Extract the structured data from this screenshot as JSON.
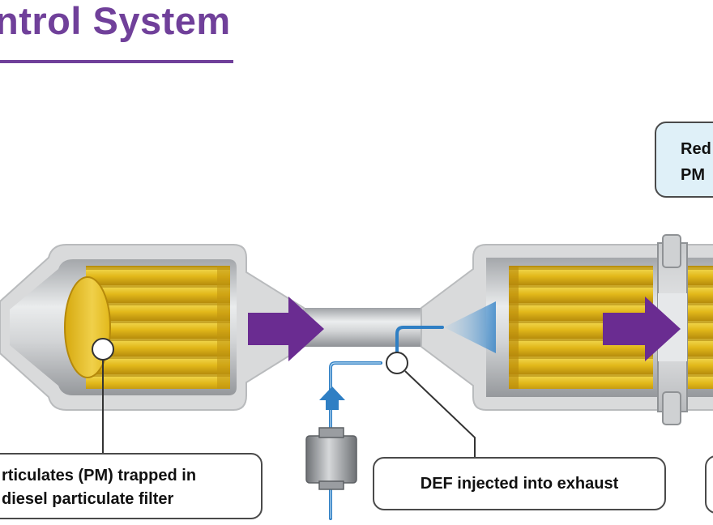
{
  "title": "ntrol System",
  "callouts": {
    "pm_line1": "rticulates (PM) trapped in",
    "pm_line2": "diesel particulate filter",
    "def": "DEF injected into exhaust",
    "reduced_line1": "Red",
    "reduced_line2": "PM"
  },
  "colors": {
    "title": "#70409a",
    "flow_arrow": "#6a2c91",
    "filter_yellow": "#e7c020",
    "def_line": "#2f7fc4",
    "callout_bg": "#dff0f8"
  }
}
